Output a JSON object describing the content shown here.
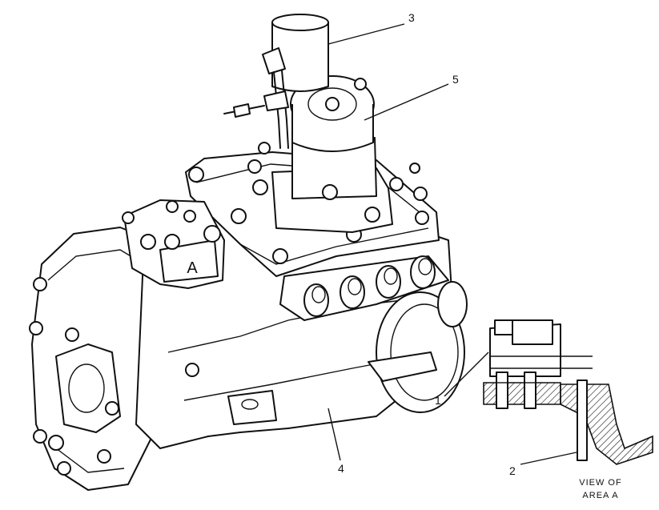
{
  "callouts": [
    {
      "id": "1",
      "label": "1"
    },
    {
      "id": "2",
      "label": "2"
    },
    {
      "id": "3",
      "label": "3"
    },
    {
      "id": "4",
      "label": "4"
    },
    {
      "id": "5",
      "label": "5"
    }
  ],
  "area_marker": "A",
  "view_caption": {
    "line1": "VIEW OF",
    "line2": "AREA A"
  }
}
